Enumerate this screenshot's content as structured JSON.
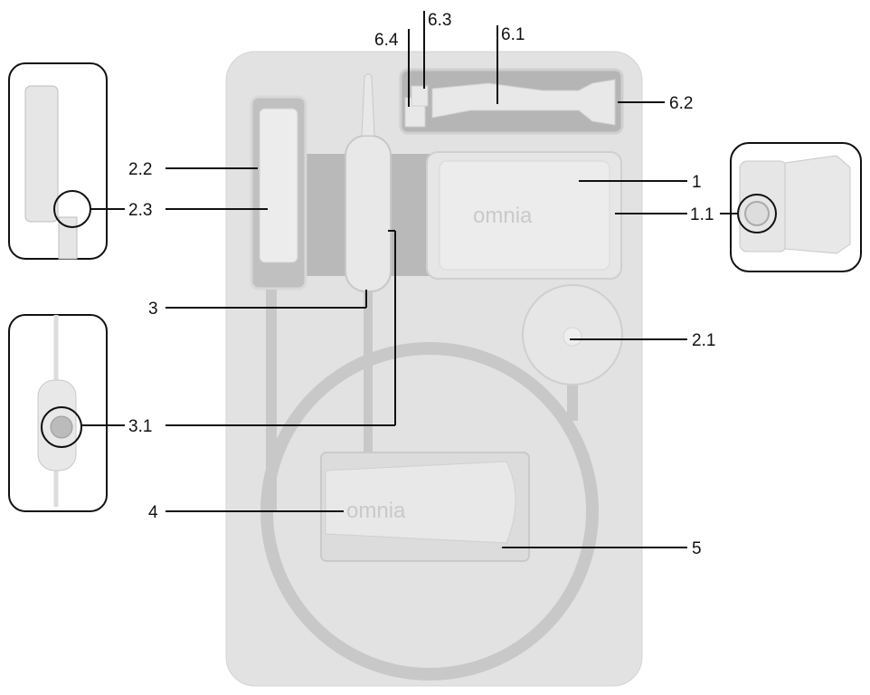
{
  "labels": {
    "l1": "1",
    "l1_1": "1.1",
    "l2_1": "2.1",
    "l2_2": "2.2",
    "l2_3": "2.3",
    "l3": "3",
    "l3_1": "3.1",
    "l4": "4",
    "l5": "5",
    "l6_1": "6.1",
    "l6_2": "6.2",
    "l6_3": "6.3",
    "l6_4": "6.4"
  },
  "brand": {
    "name": "omnia"
  },
  "colors": {
    "tray": "#e2e2e2",
    "recess": "#b9b9b9",
    "part": "#ececec",
    "line": "#111111"
  }
}
